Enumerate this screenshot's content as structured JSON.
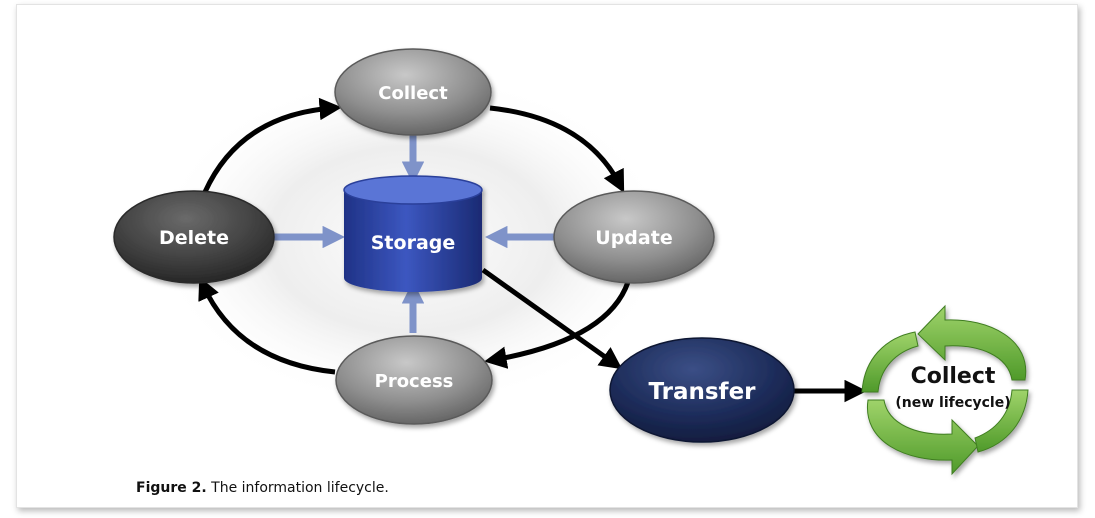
{
  "nodes": {
    "collect": "Collect",
    "update": "Update",
    "process": "Process",
    "delete": "Delete",
    "storage": "Storage",
    "transfer": "Transfer",
    "new_collect": "Collect",
    "new_collect_sub": "(new lifecycle)"
  },
  "caption": {
    "label": "Figure 2.",
    "text": "The information lifecycle."
  },
  "colors": {
    "cycle_arrow": "#000000",
    "storage_arrow": "#7f93c9",
    "storage_fill": "#2a3f9a",
    "transfer_fill": "#1b2a55",
    "gray_node": "#8a8a8a",
    "dark_node": "#404040",
    "recycle_green": "#6cb33f"
  }
}
